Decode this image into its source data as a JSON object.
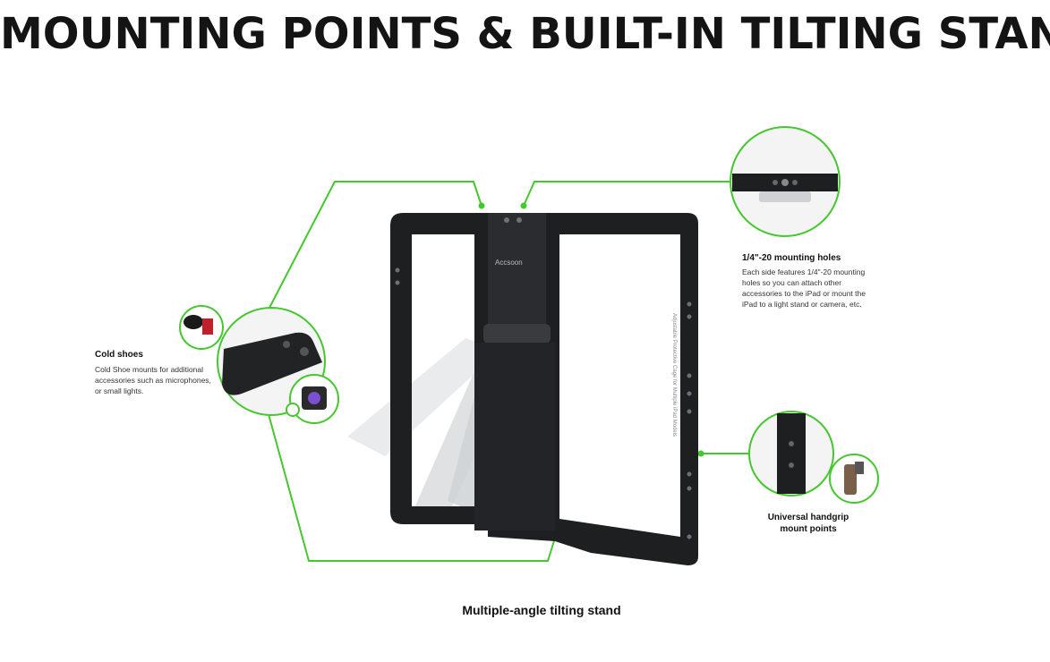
{
  "title": "MOUNTING POINTS & BUILT-IN TILTING STAND",
  "colors": {
    "accent_green": "#45c82e",
    "frame_dark": "#1e1f21",
    "plate_translucent": "#d8dadc"
  },
  "callouts": {
    "cold_shoes": {
      "heading": "Cold shoes",
      "body": "Cold Shoe mounts for additional accessories such as microphones, or small lights."
    },
    "mounting_holes": {
      "heading": "1/4\"-20 mounting holes",
      "body": "Each side features 1/4\"-20 mounting holes so you can attach other accessories to the iPad or mount the iPad to a light stand or camera, etc."
    },
    "handgrip": {
      "heading": "Universal handgrip mount points"
    },
    "stand": {
      "heading": "Multiple-angle tilting stand"
    }
  },
  "product": {
    "brand_mark": "Accsoon",
    "side_text": "Adjustable Protective Cage for Multiple iPad Models"
  },
  "icons": [
    "cold-shoe-detail-icon",
    "microphone-icon",
    "light-icon",
    "mounting-hole-detail-icon",
    "handgrip-detail-icon",
    "handgrip-icon"
  ]
}
